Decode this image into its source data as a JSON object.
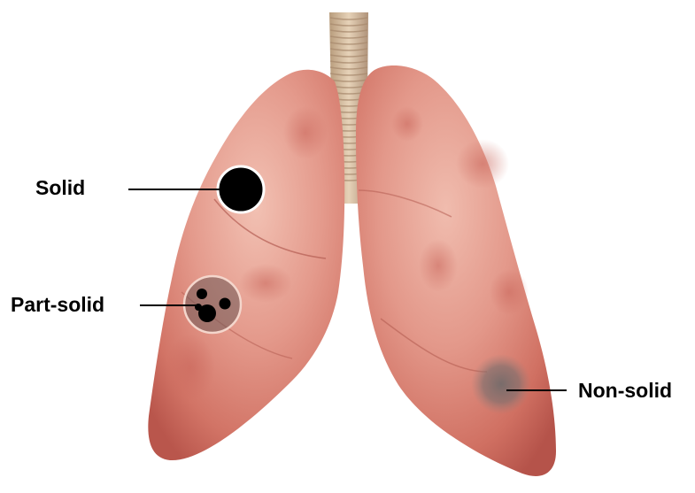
{
  "labels": {
    "solid": "Solid",
    "part_solid": "Part-solid",
    "non_solid": "Non-solid"
  },
  "colors": {
    "background": "#ffffff",
    "lung_base": "#d9857a",
    "lung_highlight": "#efb8a8",
    "lung_shadow": "#b8554b",
    "trachea": "#d8bfa0",
    "nodule_solid": "#000000",
    "nodule_ground_glass": "#6e6a6a",
    "leader_line": "#000000"
  }
}
